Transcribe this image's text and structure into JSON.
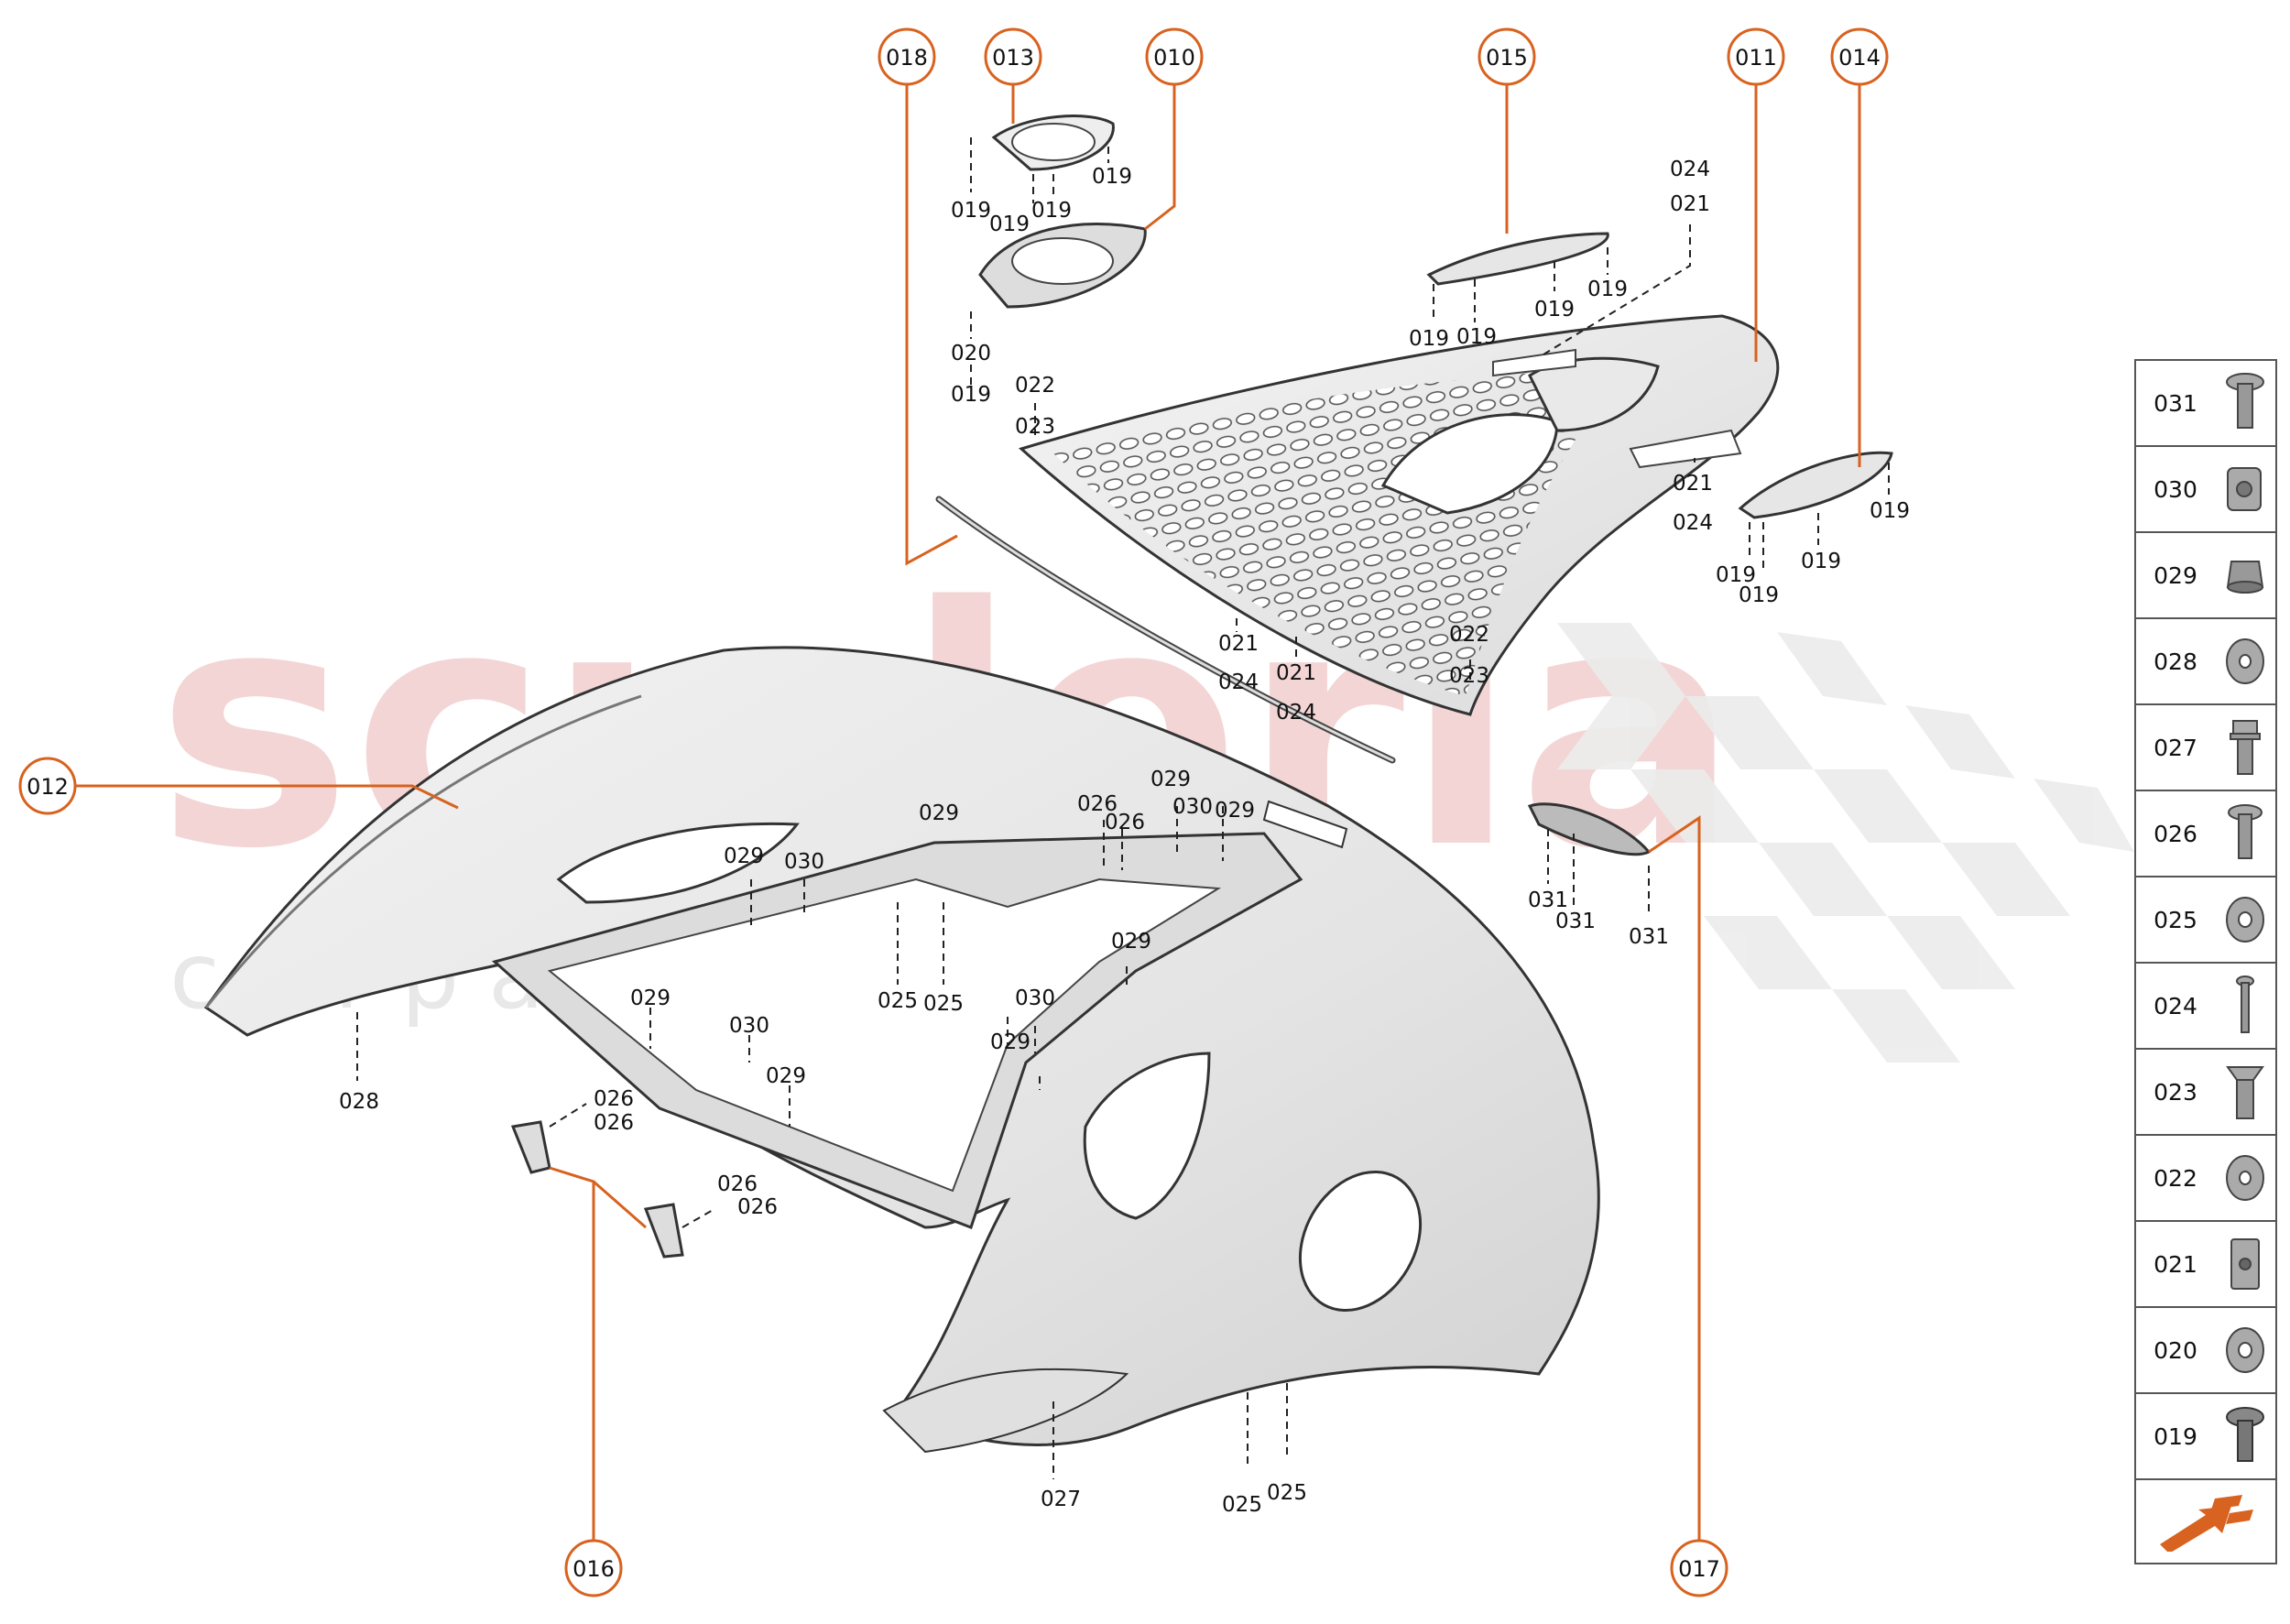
{
  "watermark": {
    "main": "scuderia",
    "sub": "c a r p a r t s"
  },
  "callouts": [
    {
      "id": "c018",
      "text": "018"
    },
    {
      "id": "c013",
      "text": "013"
    },
    {
      "id": "c010",
      "text": "010"
    },
    {
      "id": "c015",
      "text": "015"
    },
    {
      "id": "c011",
      "text": "011"
    },
    {
      "id": "c014",
      "text": "014"
    },
    {
      "id": "c012",
      "text": "012"
    },
    {
      "id": "c016",
      "text": "016"
    },
    {
      "id": "c017",
      "text": "017"
    }
  ],
  "labels": [
    {
      "id": "l1",
      "text": "019"
    },
    {
      "id": "l2",
      "text": "019"
    },
    {
      "id": "l3",
      "text": "019"
    },
    {
      "id": "l4",
      "text": "019"
    },
    {
      "id": "l5",
      "text": "020"
    },
    {
      "id": "l6",
      "text": "019"
    },
    {
      "id": "l7",
      "text": "022"
    },
    {
      "id": "l8",
      "text": "023"
    },
    {
      "id": "l9",
      "text": "024"
    },
    {
      "id": "l10",
      "text": "021"
    },
    {
      "id": "l11",
      "text": "019"
    },
    {
      "id": "l12",
      "text": "019"
    },
    {
      "id": "l13",
      "text": "019"
    },
    {
      "id": "l14",
      "text": "019"
    },
    {
      "id": "l15",
      "text": "021"
    },
    {
      "id": "l16",
      "text": "024"
    },
    {
      "id": "l17",
      "text": "019"
    },
    {
      "id": "l18",
      "text": "019"
    },
    {
      "id": "l19",
      "text": "019"
    },
    {
      "id": "l20",
      "text": "019"
    },
    {
      "id": "l21",
      "text": "021"
    },
    {
      "id": "l22",
      "text": "024"
    },
    {
      "id": "l23",
      "text": "021"
    },
    {
      "id": "l24",
      "text": "024"
    },
    {
      "id": "l25",
      "text": "022"
    },
    {
      "id": "l26",
      "text": "023"
    },
    {
      "id": "l27",
      "text": "029"
    },
    {
      "id": "l28",
      "text": "026"
    },
    {
      "id": "l29",
      "text": "026"
    },
    {
      "id": "l30",
      "text": "029"
    },
    {
      "id": "l31",
      "text": "030"
    },
    {
      "id": "l32",
      "text": "029"
    },
    {
      "id": "l33",
      "text": "029"
    },
    {
      "id": "l34",
      "text": "030"
    },
    {
      "id": "l35",
      "text": "025"
    },
    {
      "id": "l36",
      "text": "025"
    },
    {
      "id": "l37",
      "text": "029"
    },
    {
      "id": "l38",
      "text": "031"
    },
    {
      "id": "l39",
      "text": "031"
    },
    {
      "id": "l40",
      "text": "031"
    },
    {
      "id": "l41",
      "text": "028"
    },
    {
      "id": "l42",
      "text": "029"
    },
    {
      "id": "l43",
      "text": "030"
    },
    {
      "id": "l44",
      "text": "029"
    },
    {
      "id": "l45",
      "text": "030"
    },
    {
      "id": "l46",
      "text": "029"
    },
    {
      "id": "l47",
      "text": "026"
    },
    {
      "id": "l48",
      "text": "026"
    },
    {
      "id": "l49",
      "text": "026"
    },
    {
      "id": "l50",
      "text": "026"
    },
    {
      "id": "l51",
      "text": "027"
    },
    {
      "id": "l52",
      "text": "025"
    },
    {
      "id": "l53",
      "text": "025"
    }
  ],
  "legend": [
    {
      "code": "031",
      "icon": "screw-icon"
    },
    {
      "code": "030",
      "icon": "clip-nut-icon"
    },
    {
      "code": "029",
      "icon": "grommet-icon"
    },
    {
      "code": "028",
      "icon": "washer-icon"
    },
    {
      "code": "027",
      "icon": "hex-bolt-icon"
    },
    {
      "code": "026",
      "icon": "flange-screw-icon"
    },
    {
      "code": "025",
      "icon": "washer-icon"
    },
    {
      "code": "024",
      "icon": "pin-icon"
    },
    {
      "code": "023",
      "icon": "countersunk-bolt-icon"
    },
    {
      "code": "022",
      "icon": "washer-icon"
    },
    {
      "code": "021",
      "icon": "sheet-nut-icon"
    },
    {
      "code": "020",
      "icon": "washer-icon"
    },
    {
      "code": "019",
      "icon": "screw-icon"
    }
  ],
  "nav_icon": "next-page-arrow-icon",
  "colors": {
    "accent": "#d8621f",
    "line": "#222222",
    "part_fill": "#e6e6e6",
    "watermark": "#f0c8c8"
  }
}
